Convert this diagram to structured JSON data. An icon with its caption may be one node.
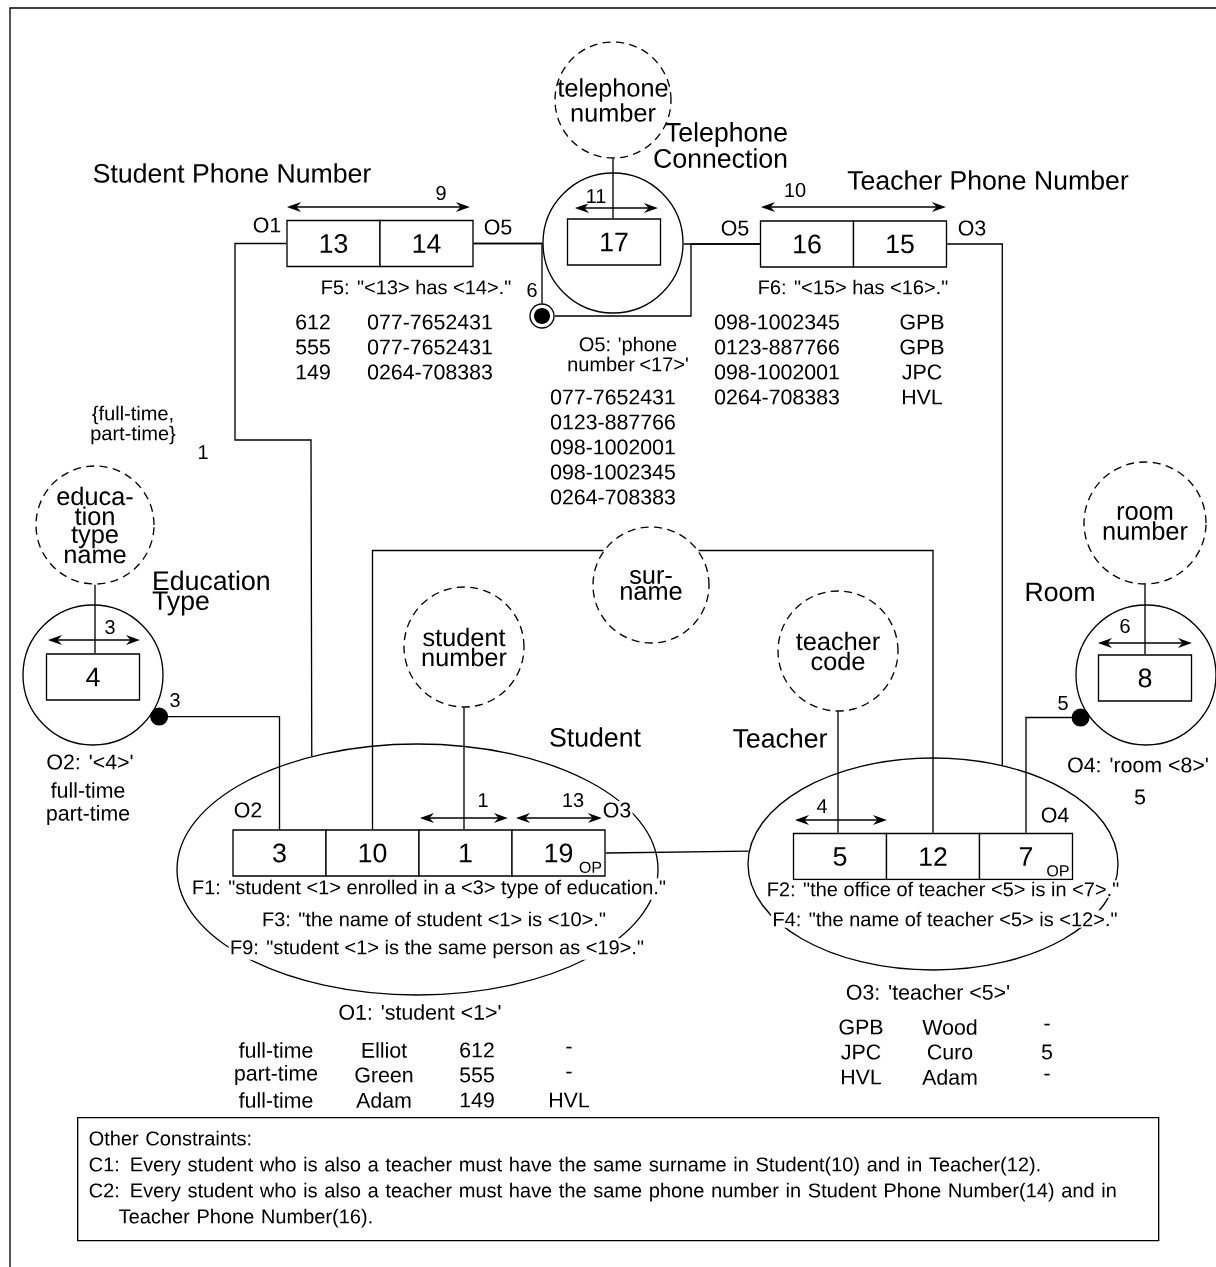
{
  "diagram": {
    "nodes": [
      {
        "text": [
          "telephone number"
        ]
      },
      {
        "text": [
          "Telephone Connection"
        ]
      },
      {
        "text": [
          "17"
        ],
        "in": 1
      },
      {
        "text": [
          "13"
        ]
      },
      {
        "text": [
          "14"
        ]
      },
      {
        "text": [
          "16"
        ]
      },
      {
        "text": [
          "15"
        ]
      },
      {
        "text": [],
        "shape": "circle"
      },
      {
        "text": [
          "educa- tion type name"
        ]
      },
      {
        "text": [
          "Education Type"
        ],
        "beside": [
          "O2: '<4>'"
        ]
      },
      {
        "text": [
          "4"
        ],
        "in": 9
      },
      {
        "text": [
          "sur- name"
        ]
      },
      {
        "text": [
          "student number"
        ]
      },
      {
        "text": [
          "teacher code"
        ]
      },
      {
        "text": [
          "room number"
        ]
      },
      {
        "text": [
          "Room"
        ],
        "beside": [
          "O4: 'room <8>'"
        ]
      },
      {
        "text": [
          "8"
        ],
        "in": 15
      },
      {
        "text": [
          "Student"
        ],
        "beside": [
          "O1: 'student <1>'"
        ]
      },
      {
        "text": [
          "3"
        ],
        "in": 17
      },
      {
        "text": [
          "10"
        ],
        "in": 17
      },
      {
        "text": [
          "1"
        ],
        "in": 17
      },
      {
        "text": [
          "19",
          "OP"
        ],
        "in": 17
      },
      {
        "text": [
          "Teacher"
        ],
        "beside": [
          "O3: 'teacher <5>'"
        ]
      },
      {
        "text": [
          "5"
        ],
        "in": 22
      },
      {
        "text": [
          "12"
        ],
        "in": 22
      },
      {
        "text": [
          "7",
          "OP"
        ],
        "in": 22
      },
      {
        "text": [
          "Other Constraints:",
          "C1: Every student who is also a teacher must have the same surname in Student(10) and in Teacher(12).",
          "C2: Every student who is also a teacher must have the same phone number in Student Phone Number(14) and in Teacher Phone Number(16)."
        ]
      }
    ],
    "edges": [
      {
        "from": 0,
        "to": 2,
        "arrow": "none"
      },
      {
        "from": 3,
        "to": 17,
        "arrow": "none",
        "label": "O1"
      },
      {
        "from": 4,
        "to": 1,
        "arrow": "none",
        "label": "O5"
      },
      {
        "from": 5,
        "to": 1,
        "arrow": "none",
        "label": "O5"
      },
      {
        "from": 6,
        "to": 22,
        "arrow": "none",
        "label": "O3"
      },
      {
        "from": 7,
        "to": 4,
        "arrow": "none"
      },
      {
        "from": 7,
        "to": 5,
        "arrow": "none"
      },
      {
        "from": 8,
        "to": 10,
        "arrow": "none"
      },
      {
        "from": 18,
        "to": 9,
        "arrow": "other",
        "label": "O2"
      },
      {
        "from": 11,
        "to": 19,
        "arrow": "none"
      },
      {
        "from": 11,
        "to": 24,
        "arrow": "none"
      },
      {
        "from": 12,
        "to": 20,
        "arrow": "none"
      },
      {
        "from": 13,
        "to": 23,
        "arrow": "none"
      },
      {
        "from": 14,
        "to": 16,
        "arrow": "none"
      },
      {
        "from": 21,
        "to": 22,
        "arrow": "none",
        "label": "O3"
      },
      {
        "from": 25,
        "to": 15,
        "arrow": "other",
        "label": "O4"
      }
    ],
    "labels": [
      "Student Phone Number",
      "Teacher Phone Number",
      "9",
      "11",
      "10",
      "F5: \"<13> has <14>.\"",
      "6",
      "F6: \"<15> has <16>.\"",
      "O5: 'phone number <17>'",
      "612",
      "077-7652431",
      "555",
      "077-7652431",
      "149",
      "0264-708383",
      "077-7652431",
      "0123-887766",
      "098-1002001",
      "098-1002345",
      "0264-708383",
      "098-1002345",
      "GPB",
      "0123-887766",
      "GPB",
      "098-1002001",
      "JPC",
      "0264-708383",
      "HVL",
      "{full-time, part-time}",
      "1",
      "3",
      "3",
      "6",
      "5",
      "full-time",
      "1",
      "13",
      "4",
      "5",
      "part-time",
      "F1: \"student <1> enrolled in a <3> type of education.\"",
      "F2: \"the office of teacher <5> is in <7>.\"",
      "F3: \"the name of student <1> is <10>.\"",
      "F4: \"the name of teacher <5> is <12>.\"",
      "F9: \"student <1> is the same person as <19>.\"",
      "full-time",
      "Elliot",
      "612",
      "-",
      "part-time",
      "Green",
      "555",
      "-",
      "full-time",
      "Adam",
      "149",
      "HVL",
      "GPB",
      "Wood",
      "-",
      "JPC",
      "Curo",
      "5",
      "HVL",
      "Adam",
      "-"
    ]
  }
}
